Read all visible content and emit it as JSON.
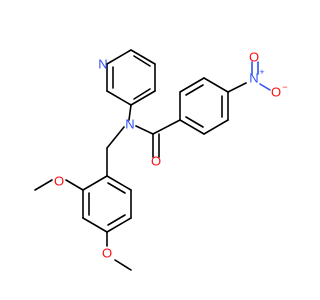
{
  "molecule": {
    "colors": {
      "carbon_bond": "#000000",
      "nitrogen": "#3050f8",
      "oxygen": "#ff0d0d",
      "background": "#ffffff"
    },
    "atoms": {
      "n_pyridine": "N",
      "n_amide": "N",
      "o_carbonyl": "O",
      "n_nitro": "N",
      "n_nitro_charge": "+",
      "o_nitro_top": "O",
      "o_nitro_right": "O",
      "o_nitro_right_charge": "−",
      "o_methoxy_left": "O",
      "o_methoxy_bottom": "O"
    }
  }
}
